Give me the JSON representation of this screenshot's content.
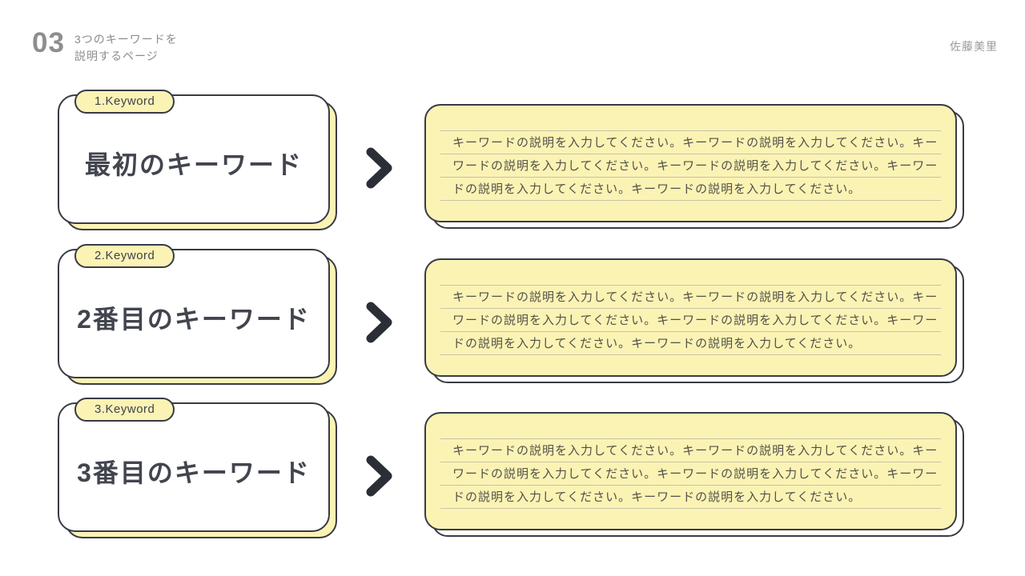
{
  "page": {
    "number": "03",
    "subtitle_line1": "3つのキーワードを",
    "subtitle_line2": "説明するページ",
    "author": "佐藤美里"
  },
  "colors": {
    "accent_yellow": "#FBF3B4",
    "card_border": "#383B44",
    "title_text": "#42454E",
    "body_text": "#52504A",
    "header_gray": "#8E8E8E",
    "rule_line": "#C8C3A5",
    "background": "#FFFFFF"
  },
  "icons": {
    "chevron": "chevron-right-icon"
  },
  "rows": [
    {
      "tab": "1.Keyword",
      "title": "最初のキーワード",
      "description_lines": [
        "キーワードの説明を入力してください。キーワードの説明を入力してください。キー",
        "ワードの説明を入力してください。キーワードの説明を入力してください。キーワー",
        "ドの説明を入力してください。キーワードの説明を入力してください。"
      ]
    },
    {
      "tab": "2.Keyword",
      "title": "2番目のキーワード",
      "description_lines": [
        "キーワードの説明を入力してください。キーワードの説明を入力してください。キー",
        "ワードの説明を入力してください。キーワードの説明を入力してください。キーワー",
        "ドの説明を入力してください。キーワードの説明を入力してください。"
      ]
    },
    {
      "tab": "3.Keyword",
      "title": "3番目のキーワード",
      "description_lines": [
        "キーワードの説明を入力してください。キーワードの説明を入力してください。キー",
        "ワードの説明を入力してください。キーワードの説明を入力してください。キーワー",
        "ドの説明を入力してください。キーワードの説明を入力してください。"
      ]
    }
  ]
}
